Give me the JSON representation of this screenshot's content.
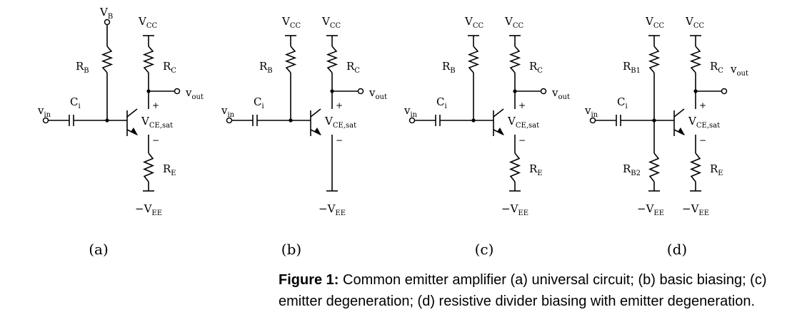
{
  "labels": {
    "vb": "V",
    "vb_sub": "B",
    "vcc": "V",
    "vcc_sub": "CC",
    "rb": "R",
    "rb_sub": "B",
    "rb1_sub": "B1",
    "rb2_sub": "B2",
    "rc": "R",
    "rc_sub": "C",
    "re": "R",
    "re_sub": "E",
    "ci": "C",
    "ci_sub": "i",
    "vin": "v",
    "vin_sub": "in",
    "vout": "v",
    "vout_sub": "out",
    "vcesat": "V",
    "vcesat_sub": "CE,sat",
    "vee": "−V",
    "vee_sub": "EE",
    "plus": "+",
    "minus": "−"
  },
  "panels": [
    "(a)",
    "(b)",
    "(c)",
    "(d)"
  ],
  "caption": {
    "prefix": "Figure 1:",
    "text": " Common emitter amplifier (a) universal circuit; (b) basic biasing; (c) emitter degeneration; (d) resistive divider biasing with emitter degeneration."
  }
}
